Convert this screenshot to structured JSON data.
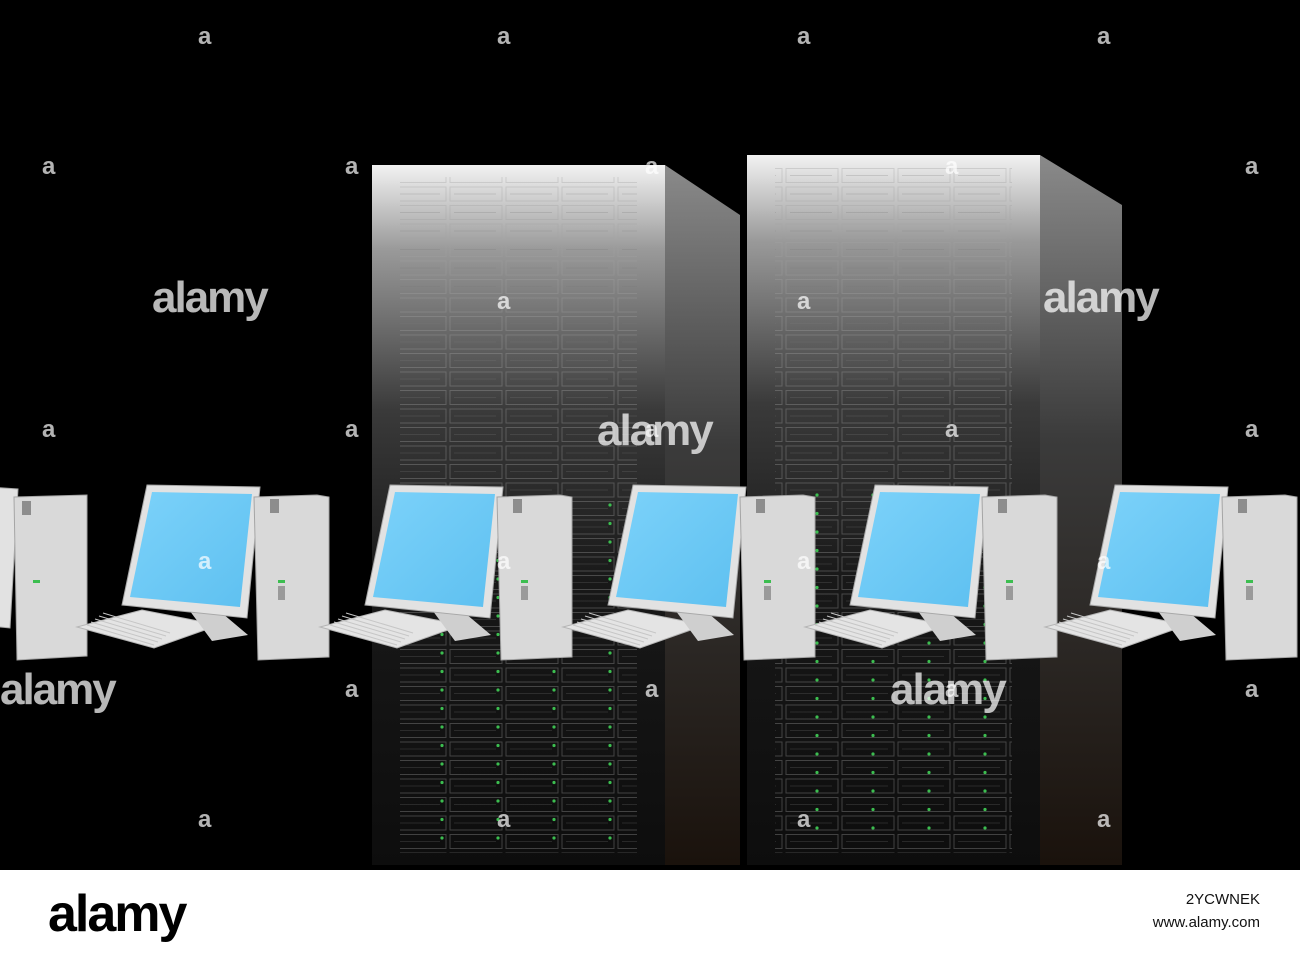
{
  "watermark": {
    "text": "alamy",
    "mark": "a"
  },
  "footer": {
    "logo": "alamy",
    "image_id": "2YCWNEK",
    "site": "www.alamy.com"
  },
  "colors": {
    "background": "#000000",
    "screen": "#6ec9f5",
    "casing": "#e2e2e2",
    "led": "#3cbe50"
  },
  "scene": {
    "server_racks": 2,
    "workstations": 6
  }
}
